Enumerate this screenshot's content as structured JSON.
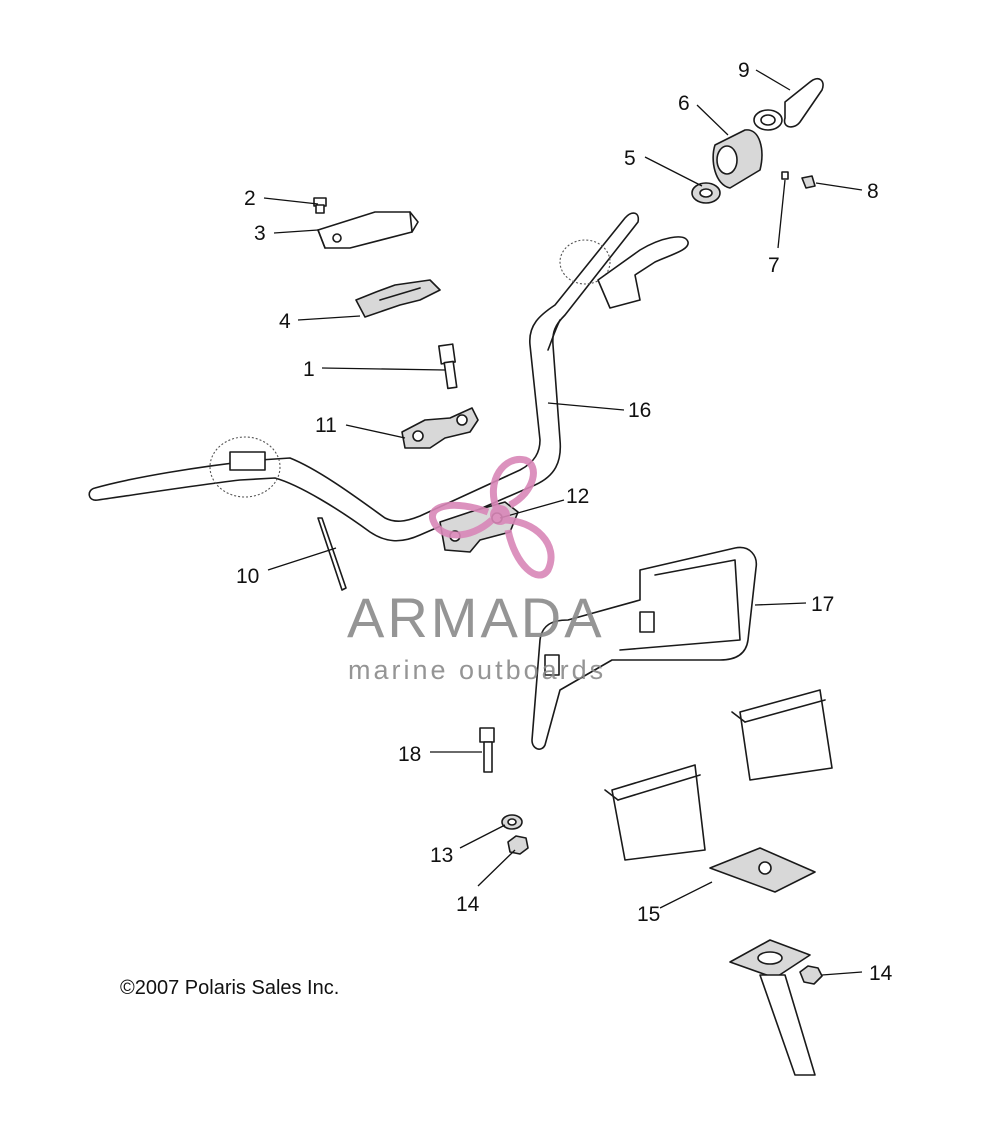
{
  "callouts": [
    {
      "id": "c1",
      "text": "1"
    },
    {
      "id": "c2",
      "text": "2"
    },
    {
      "id": "c3",
      "text": "3"
    },
    {
      "id": "c4",
      "text": "4"
    },
    {
      "id": "c5",
      "text": "5"
    },
    {
      "id": "c6",
      "text": "6"
    },
    {
      "id": "c7",
      "text": "7"
    },
    {
      "id": "c8",
      "text": "8"
    },
    {
      "id": "c9",
      "text": "9"
    },
    {
      "id": "c10",
      "text": "10"
    },
    {
      "id": "c11",
      "text": "11"
    },
    {
      "id": "c12",
      "text": "12"
    },
    {
      "id": "c13",
      "text": "13"
    },
    {
      "id": "c14a",
      "text": "14"
    },
    {
      "id": "c14b",
      "text": "14"
    },
    {
      "id": "c15",
      "text": "15"
    },
    {
      "id": "c16",
      "text": "16"
    },
    {
      "id": "c17",
      "text": "17"
    },
    {
      "id": "c18",
      "text": "18"
    }
  ],
  "copyright": "©2007 Polaris Sales Inc.",
  "watermark": {
    "title": "ARMADA",
    "subtitle": "marine outboards",
    "color": "#d987b8"
  }
}
